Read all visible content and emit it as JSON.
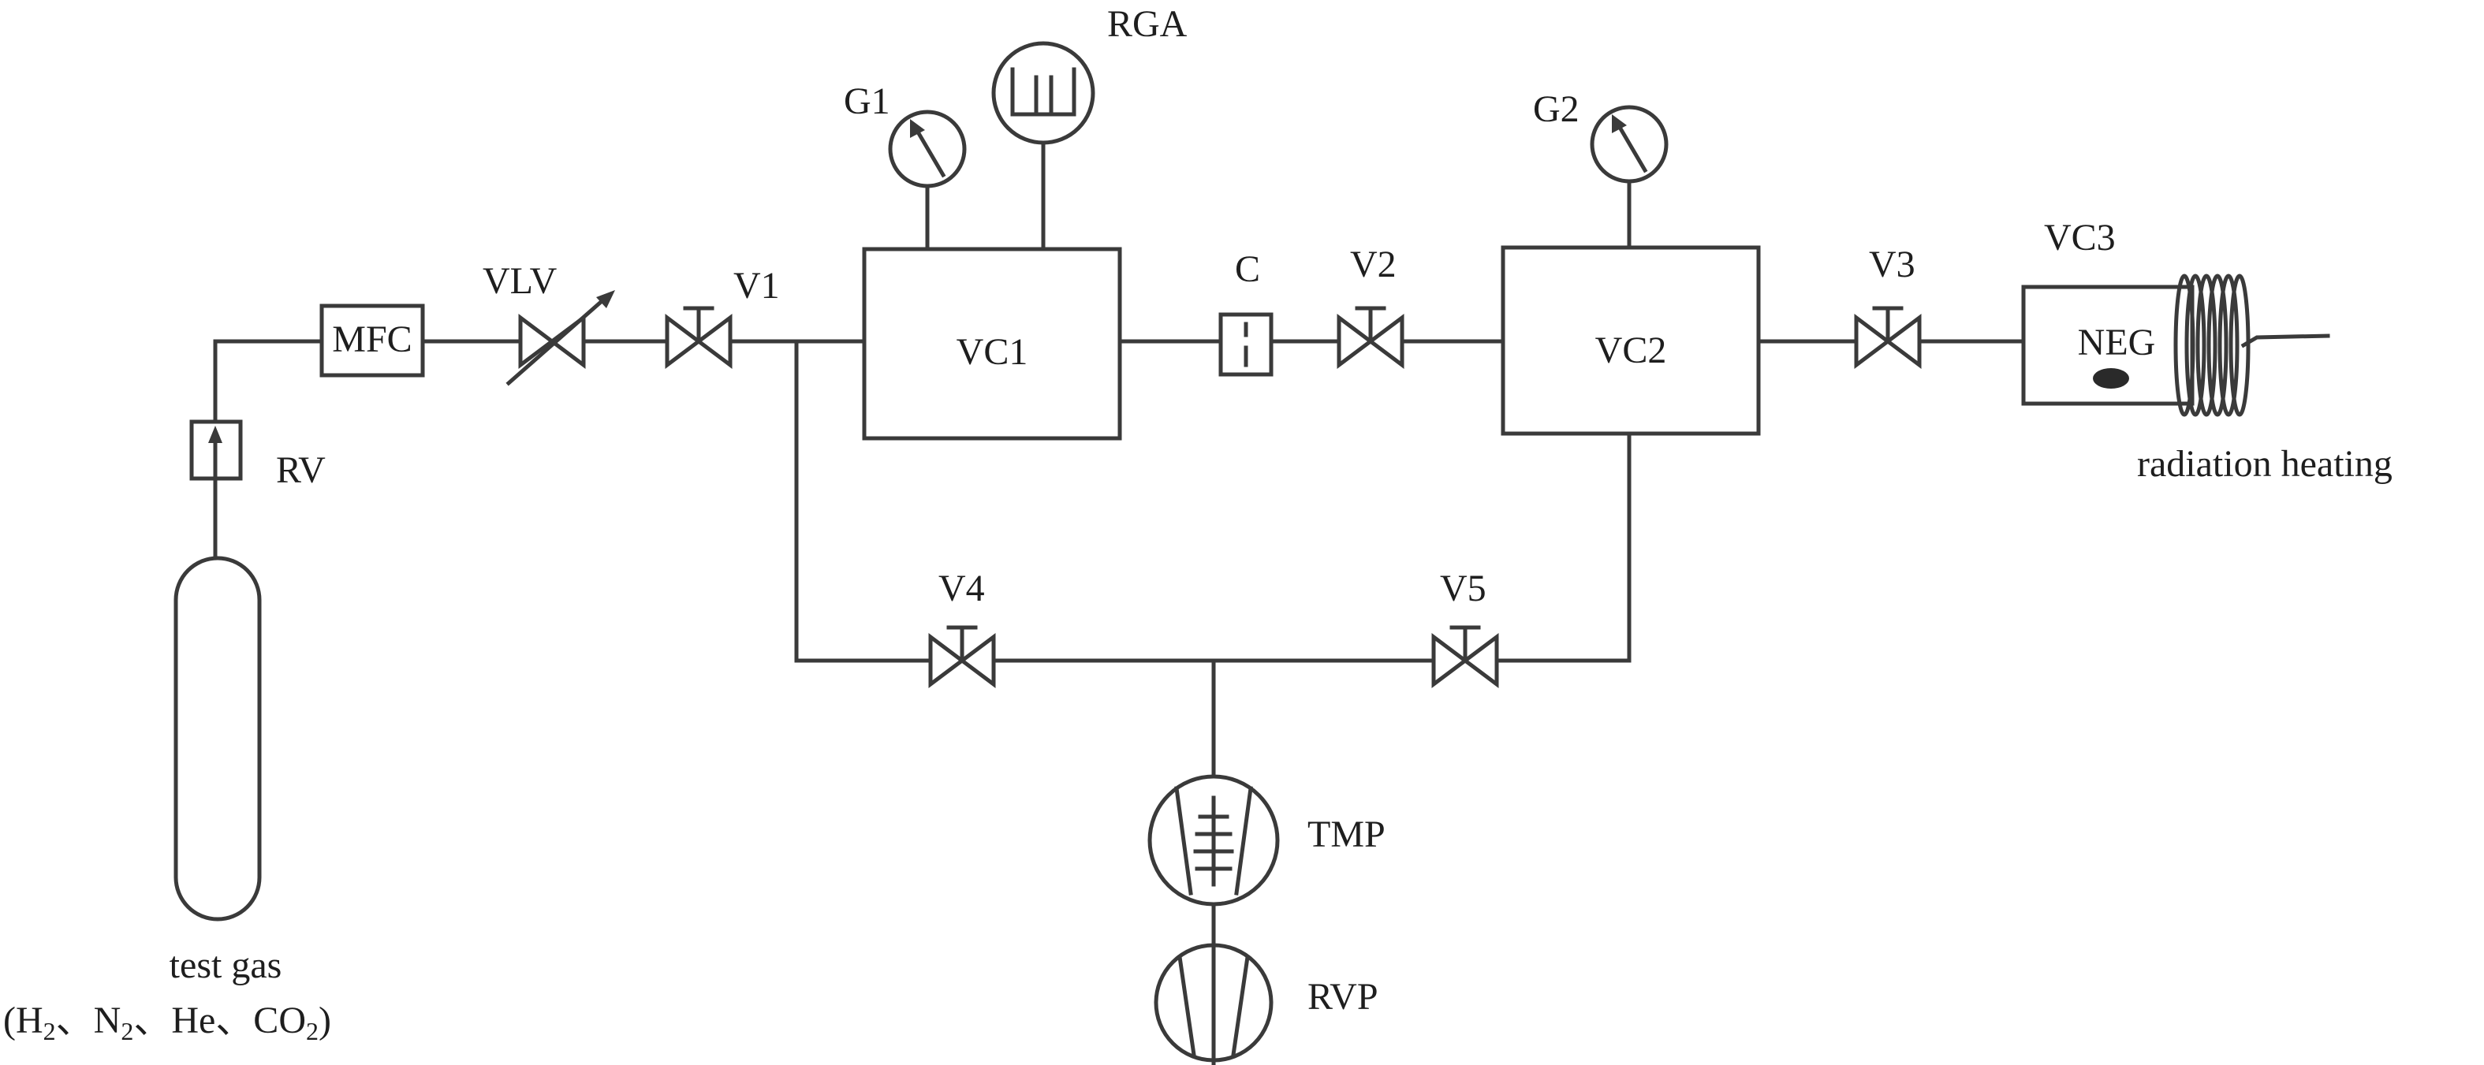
{
  "diagram": {
    "labels": {
      "rga": "RGA",
      "g1": "G1",
      "g2": "G2",
      "vc3": "VC3",
      "vlv": "VLV",
      "v1": "V1",
      "c": "C",
      "v2": "V2",
      "v3": "V3",
      "mfc": "MFC",
      "vc1": "VC1",
      "vc2": "VC2",
      "neg": "NEG",
      "rv": "RV",
      "radiation_heating": "radiation heating",
      "v4": "V4",
      "v5": "V5",
      "tmp": "TMP",
      "rvp": "RVP",
      "test_gas": "test gas",
      "gases": {
        "open": "(",
        "h": "H",
        "h_sub": "2",
        "sep1": "、N",
        "n_sub": "2",
        "sep2": "、He、CO",
        "co_sub": "2",
        "close": ")"
      }
    }
  }
}
